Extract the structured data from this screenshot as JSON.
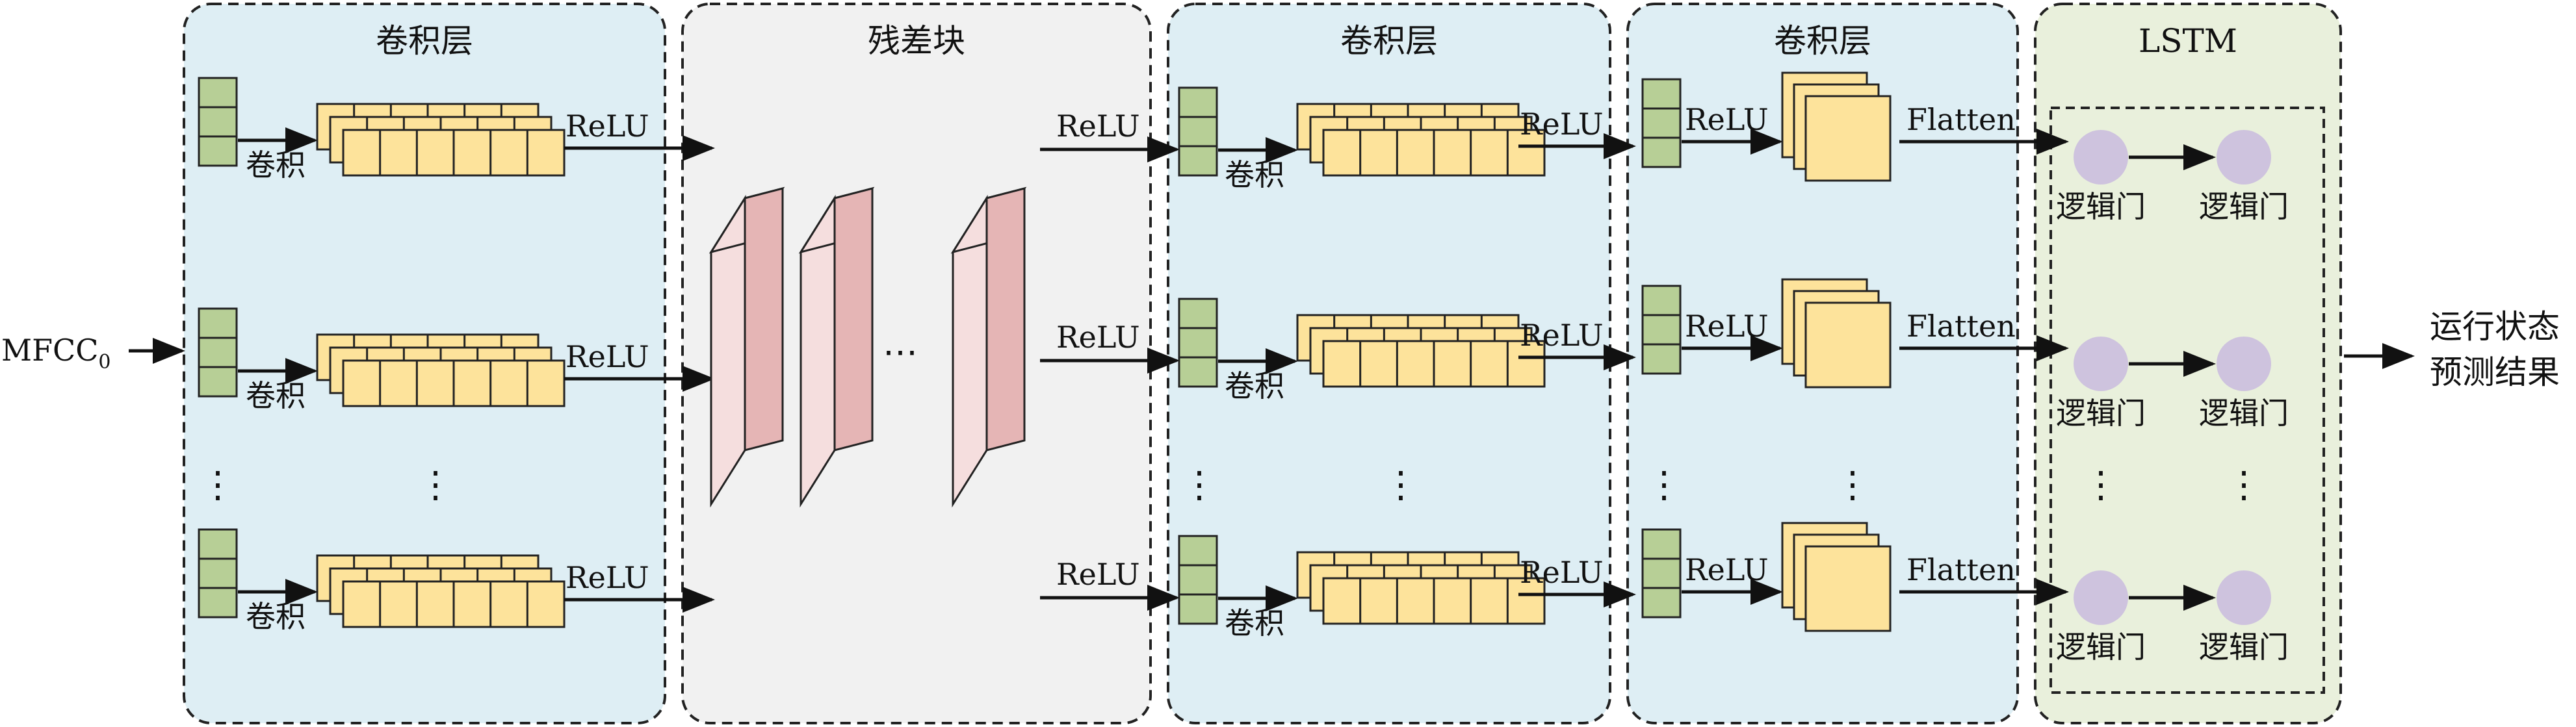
{
  "input_label": "MFCC",
  "input_subscript": "0",
  "output_label_line1": "运行状态",
  "output_label_line2": "预测结果",
  "section_titles": {
    "conv1": "卷积层",
    "residual": "残差块",
    "conv2": "卷积层",
    "conv3": "卷积层",
    "lstm": "LSTM"
  },
  "labels": {
    "conv_op": "卷积",
    "relu": "ReLU",
    "flatten": "Flatten",
    "logic_gate": "逻辑门",
    "vellipsis": "⋮",
    "hellipsis": "⋯"
  },
  "colors": {
    "conv_panel_bg": "#deeef4",
    "residual_panel_bg": "#f1f1f1",
    "lstm_panel_bg": "#e9f0dc",
    "green_vector": "#b7cf96",
    "yellow_feature": "#fde39b",
    "residual_block_front": "#e5b5b5",
    "residual_block_side": "#f5dede",
    "lstm_cell": "#cec3de",
    "outline": "#222222"
  }
}
